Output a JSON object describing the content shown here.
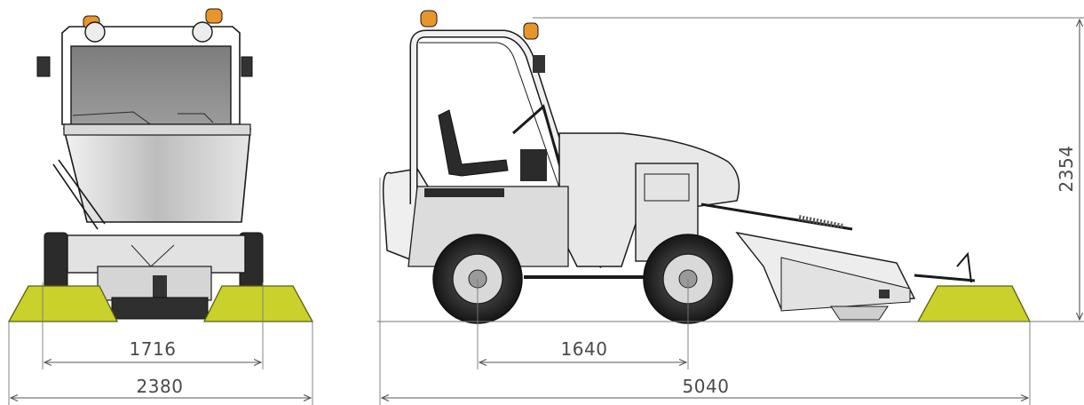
{
  "dimensions": {
    "front_track": "1716",
    "front_width": "2380",
    "wheelbase": "1640",
    "overall_length": "5040",
    "overall_height": "2354"
  },
  "colors": {
    "brush": "#c9d12a",
    "brush_dark": "#8e9415",
    "beacon": "#e8952b",
    "tire": "#2b2b2b",
    "body": "#e9e9e9",
    "hopper": "#cfcfcf",
    "line": "#555555"
  }
}
